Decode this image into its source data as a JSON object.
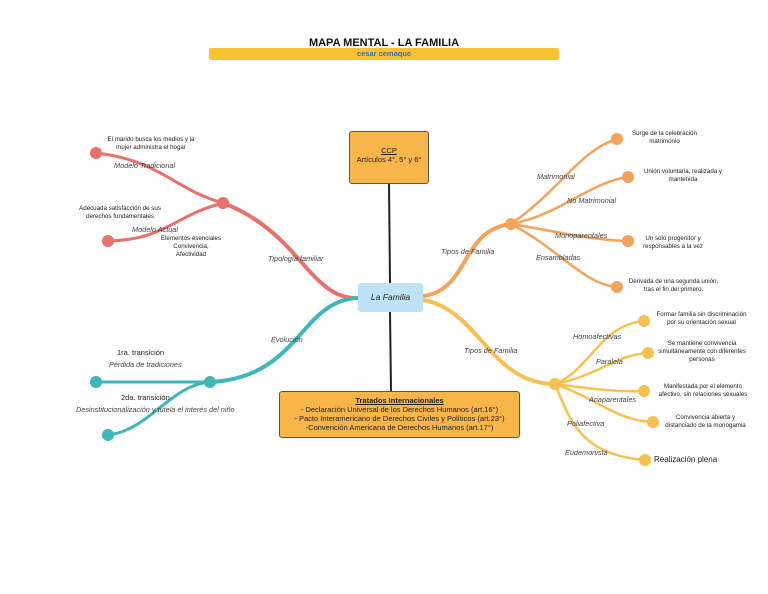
{
  "header": {
    "title": "MAPA MENTAL - LA FAMILIA",
    "author": "cesar cemaque"
  },
  "colors": {
    "coral": "#e8716b",
    "teal": "#3fb6b8",
    "orange": "#f5a25a",
    "yellow": "#f7c150",
    "box_orange": "#f8b54a",
    "center_blue": "#bde3f5"
  },
  "center": {
    "label": "La Familia"
  },
  "ccp": {
    "heading": "CCP",
    "text": "Artículos 4°, 5° y 6°"
  },
  "tratados": {
    "heading": "Tratados Internacionales",
    "lines": [
      "- Declaración Universal de los Derechos Humanos (art.16°)",
      "- Pacto Interamericano de Derechos Civiles y Políticos (art.23°)",
      "-Convención Americana de Derechos Humanos (art.17°)"
    ]
  },
  "tipologia": {
    "label": "Tipología familiar",
    "tradicional": {
      "label": "Modelo Tradicional",
      "note_1": "El marido busca los medios y la",
      "note_2": "mujer administra el hogar"
    },
    "actual": {
      "label": "Modelo Actual",
      "note_1": "Adecuada satisfacción de sus",
      "note_2": "derechos fundamentales"
    },
    "elementos": [
      "Elementos esenciales",
      "Convivencia,",
      "Afectividad"
    ]
  },
  "evolucion": {
    "label": "Evolución",
    "primera": {
      "title": "1ra. transición",
      "desc": "Pérdida de tradiciones"
    },
    "segunda": {
      "title": "2da. transición",
      "desc": "Desinstitucionalización y tutela el interés del niño"
    }
  },
  "tipos_a": {
    "label": "Tipos de Familia",
    "items": [
      {
        "label": "Matrimonial",
        "note_1": "Surge de la celebración",
        "note_2": "matrimonio"
      },
      {
        "label": "No Matrimonial",
        "note_1": "Unión voluntaria, realizada y",
        "note_2": "mantenida"
      },
      {
        "label": "Monoparentales",
        "note_1": "Un solo progenitor y",
        "note_2": "responsables a la vez"
      },
      {
        "label": "Ensambladas",
        "note_1": "Derivada de una segunda unión,",
        "note_2": "tras el fin del primero."
      }
    ]
  },
  "tipos_b": {
    "label": "Tipos de Familia",
    "items": [
      {
        "label": "Homoafectivas",
        "note_1": "Formar familia sin discriminación",
        "note_2": "por su orientación sexual",
        "note_3": ""
      },
      {
        "label": "Paralela",
        "note_1": "Se mantiene convivencia",
        "note_2": "simultáneamente con diferentes",
        "note_3": "personas"
      },
      {
        "label": "Anaparentales",
        "note_1": "Manifestada por el elemento",
        "note_2": "afectivo, sin relaciones sexuales",
        "note_3": ""
      },
      {
        "label": "Poliafectiva",
        "note_1": "Convivencia abierta y",
        "note_2": "distanciado de la monogamia",
        "note_3": ""
      },
      {
        "label": "Eudemonista",
        "note_1": "Realización plena",
        "note_2": "",
        "note_3": ""
      }
    ]
  }
}
